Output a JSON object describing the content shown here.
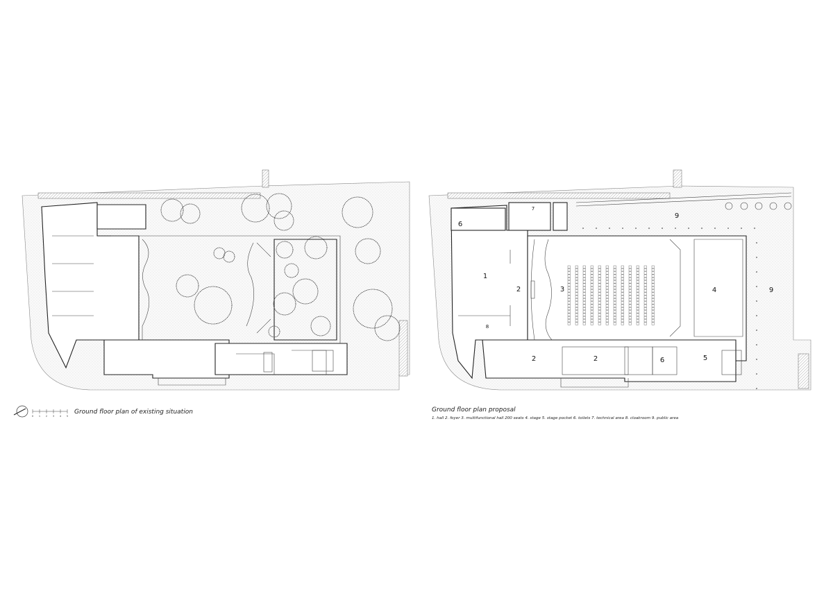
{
  "left_plan": {
    "caption": "Ground floor plan of existing situation",
    "scale_ticks": [
      "0",
      "1",
      "2",
      "3",
      "4",
      "5"
    ]
  },
  "right_plan": {
    "caption": "Ground floor plan proposal",
    "legend": "1. hall 2. foyer 3. multifunctional hall 200 seats 4. stage 5. stage pocket 6. toilets 7. technical area 8. cloakroom 9. public area",
    "room_labels": [
      "6",
      "7",
      "9",
      "1",
      "2",
      "3",
      "4",
      "9",
      "8",
      "2",
      "2",
      "6",
      "5"
    ]
  }
}
